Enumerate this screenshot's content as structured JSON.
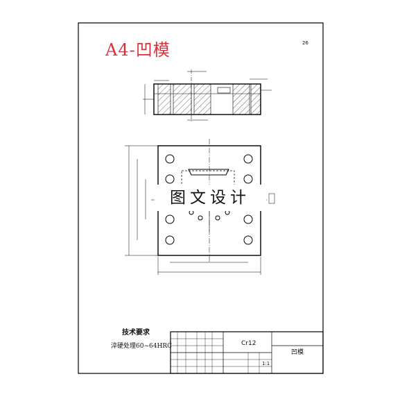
{
  "drawing": {
    "title": "A4-凹模",
    "corner_mark": "26",
    "watermark": "图文设计",
    "requirements_heading": "技术要求",
    "requirements_line": "淬硬处理60~64HRC",
    "material": "Cr12",
    "part_name": "凹模",
    "scale_label": "1:1"
  }
}
